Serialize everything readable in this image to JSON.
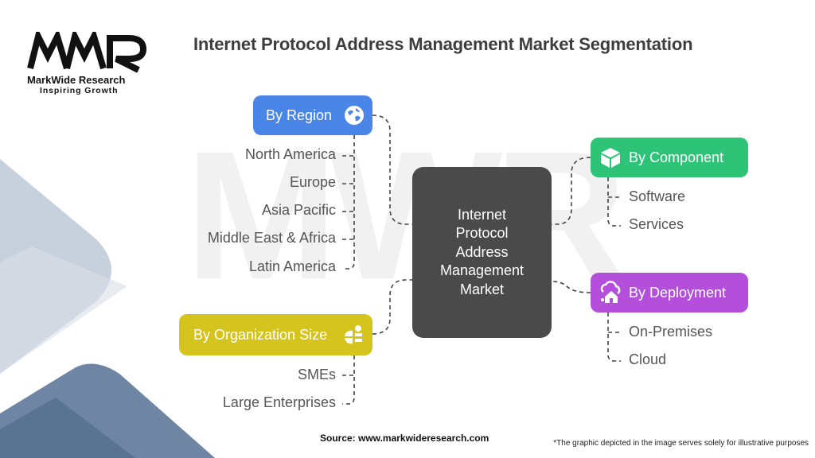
{
  "header": {
    "title": "Internet Protocol Address Management Market Segmentation"
  },
  "logo": {
    "mark": "MWR",
    "name": "MarkWide Research",
    "tagline": "Inspiring Growth"
  },
  "center": {
    "lines": [
      "Internet",
      "Protocol",
      "Address",
      "Management",
      "Market"
    ]
  },
  "segments": {
    "region": {
      "label": "By Region",
      "color": "#4a85e8",
      "icon": "globe-icon",
      "items": [
        "North America",
        "Europe",
        "Asia Pacific",
        "Middle East & Africa",
        "Latin America"
      ]
    },
    "organization": {
      "label": "By Organization Size",
      "color": "#d6c41e",
      "icon": "organization-icon",
      "items": [
        "SMEs",
        "Large Enterprises"
      ]
    },
    "component": {
      "label": "By Component",
      "color": "#2ec478",
      "icon": "box-icon",
      "items": [
        "Software",
        "Services"
      ]
    },
    "deployment": {
      "label": "By Deployment",
      "color": "#b44fdc",
      "icon": "cloud-home-icon",
      "items": [
        "On-Premises",
        "Cloud"
      ]
    }
  },
  "footer": {
    "source": "Source: www.markwideresearch.com",
    "note": "*The graphic depicted in the image serves solely for illustrative purposes"
  }
}
